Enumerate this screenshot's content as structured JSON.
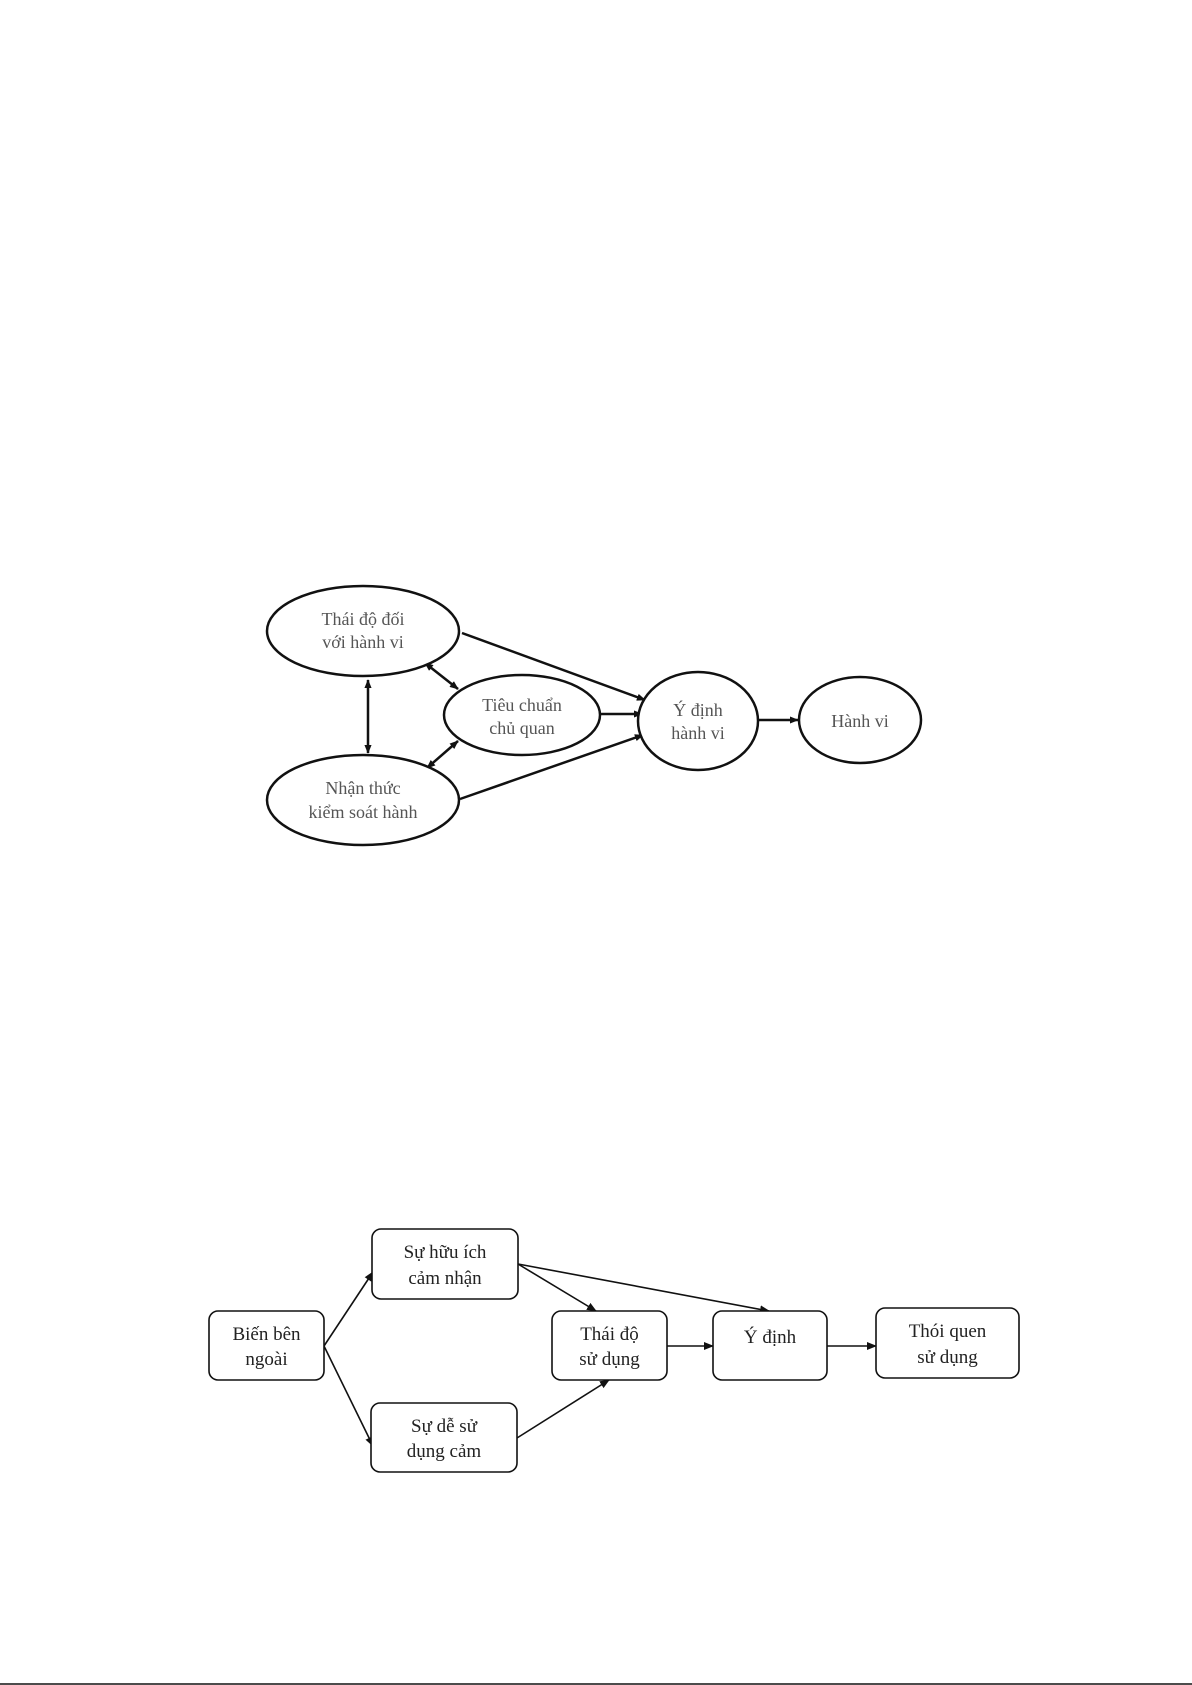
{
  "colors": {
    "stroke": "#111111",
    "text": "#222222",
    "faint_text": "#555555",
    "background": "#ffffff"
  },
  "diagram1": {
    "nodes": [
      {
        "id": "attitude",
        "lines": [
          "Thái độ đối",
          "với hành vi"
        ]
      },
      {
        "id": "subjective_norm",
        "lines": [
          "Tiêu chuẩn",
          "chủ quan"
        ]
      },
      {
        "id": "perceived_control",
        "lines": [
          "Nhận thức",
          "kiểm soát hành"
        ]
      },
      {
        "id": "intention",
        "lines": [
          "Ý định",
          "hành vi"
        ]
      },
      {
        "id": "behavior",
        "lines": [
          "Hành vi"
        ]
      }
    ],
    "edges": [
      {
        "from": "attitude",
        "to": "perceived_control",
        "bidirectional": true
      },
      {
        "from": "attitude",
        "to": "subjective_norm",
        "bidirectional": true
      },
      {
        "from": "subjective_norm",
        "to": "perceived_control",
        "bidirectional": true
      },
      {
        "from": "attitude",
        "to": "intention",
        "bidirectional": false
      },
      {
        "from": "subjective_norm",
        "to": "intention",
        "bidirectional": false
      },
      {
        "from": "perceived_control",
        "to": "intention",
        "bidirectional": false
      },
      {
        "from": "intention",
        "to": "behavior",
        "bidirectional": false
      }
    ]
  },
  "diagram2": {
    "nodes": [
      {
        "id": "external",
        "lines": [
          "Biến bên",
          "ngoài"
        ]
      },
      {
        "id": "usefulness",
        "lines": [
          "Sự hữu ích",
          "cảm nhận"
        ]
      },
      {
        "id": "ease",
        "lines": [
          "Sự dễ sử",
          "dụng cảm"
        ]
      },
      {
        "id": "attitude_use",
        "lines": [
          "Thái độ",
          "sử dụng"
        ]
      },
      {
        "id": "intention",
        "lines": [
          "Ý định"
        ]
      },
      {
        "id": "habit",
        "lines": [
          "Thói quen",
          "sử dụng"
        ]
      }
    ],
    "edges": [
      {
        "from": "external",
        "to": "usefulness"
      },
      {
        "from": "external",
        "to": "ease"
      },
      {
        "from": "usefulness",
        "to": "attitude_use"
      },
      {
        "from": "usefulness",
        "to": "intention"
      },
      {
        "from": "ease",
        "to": "attitude_use"
      },
      {
        "from": "attitude_use",
        "to": "intention"
      },
      {
        "from": "intention",
        "to": "habit"
      }
    ]
  }
}
